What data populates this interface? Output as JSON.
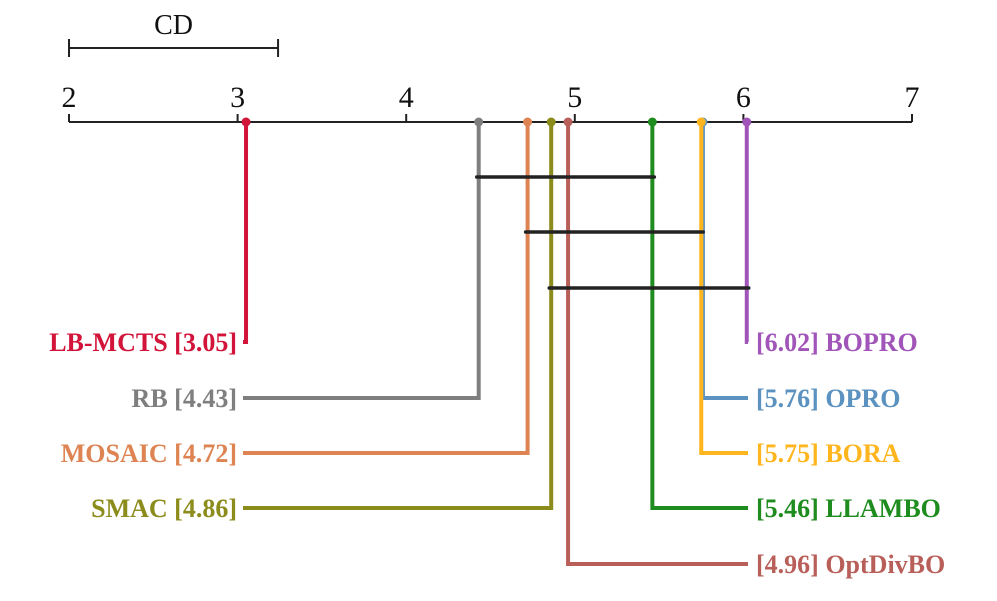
{
  "chart_data": {
    "type": "critical-difference-diagram",
    "axis": {
      "min": 2,
      "max": 7,
      "ticks": [
        "2",
        "3",
        "4",
        "5",
        "6",
        "7"
      ],
      "grid": false
    },
    "cd": {
      "label": "CD",
      "start": 2,
      "length": 1.24
    },
    "left_methods": [
      {
        "name": "LB-MCTS",
        "rank": 3.05,
        "rank_text": "[3.05]",
        "color": "#D2143A"
      },
      {
        "name": "RB",
        "rank": 4.43,
        "rank_text": "[4.43]",
        "color": "#7F7F7F"
      },
      {
        "name": "MOSAIC",
        "rank": 4.72,
        "rank_text": "[4.72]",
        "color": "#DD8452"
      },
      {
        "name": "SMAC",
        "rank": 4.86,
        "rank_text": "[4.86]",
        "color": "#8C8C1C"
      }
    ],
    "right_methods": [
      {
        "name": "BOPRO",
        "rank": 6.02,
        "rank_text": "[6.02]",
        "color": "#A155B9"
      },
      {
        "name": "OPRO",
        "rank": 5.76,
        "rank_text": "[5.76]",
        "color": "#5B92C0"
      },
      {
        "name": "BORA",
        "rank": 5.75,
        "rank_text": "[5.75]",
        "color": "#FFB61E"
      },
      {
        "name": "LLAMBO",
        "rank": 5.46,
        "rank_text": "[5.46]",
        "color": "#1E8C1E"
      },
      {
        "name": "OptDivBO",
        "rank": 4.96,
        "rank_text": "[4.96]",
        "color": "#B85F5A"
      }
    ],
    "cliques": [
      {
        "from": 4.43,
        "to": 5.46
      },
      {
        "from": 4.72,
        "to": 5.75
      },
      {
        "from": 4.86,
        "to": 6.02
      }
    ]
  }
}
